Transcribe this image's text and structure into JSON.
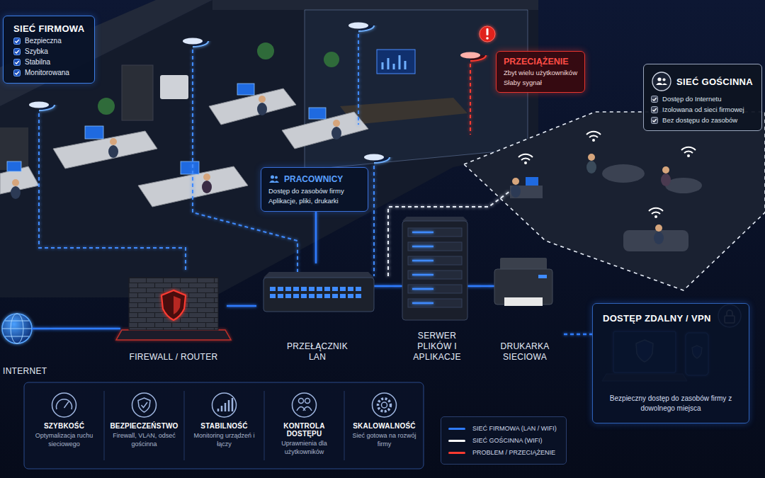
{
  "diagram": {
    "nodes": [
      {
        "text": [
          "SIEĆ FIRMOWA",
          "Bezpieczna",
          "Szybka",
          "Stabilna",
          "Monitorowana"
        ]
      },
      {
        "text": [
          "PRZECIĄŻENIE",
          "Zbyt wielu użytkowników",
          "Słaby sygnał"
        ]
      },
      {
        "text": [
          "SIEĆ GOŚCINNA",
          "Dostęp do Internetu",
          "Izolowana od sieci firmowej",
          "Bez dostępu do zasobów"
        ]
      },
      {
        "text": [
          "PRACOWNICY",
          "Dostęp do zasobów firmy",
          "Aplikacje, pliki, drukarki"
        ]
      },
      {
        "text": [
          "INTERNET"
        ]
      },
      {
        "text": [
          "FIREWALL / ROUTER"
        ]
      },
      {
        "text": [
          "PRZEŁĄCZNIK LAN"
        ]
      },
      {
        "text": [
          "SERWER PLIKÓW I APLIKACJE"
        ]
      },
      {
        "text": [
          "DRUKARKA SIECIOWA"
        ]
      },
      {
        "text": [
          "DOSTĘP ZDALNY / VPN",
          "Bezpieczny dostęp do zasobów firmy z dowolnego miejsca"
        ]
      },
      {
        "text": [
          "SZYBKOŚĆ",
          "Optymalizacja ruchu sieciowego"
        ]
      },
      {
        "text": [
          "BEZPIECZEŃSTWO",
          "Firewall, VLAN, odseć gościnna"
        ]
      },
      {
        "text": [
          "STABILNOŚĆ",
          "Monitoring urządzeń i łączy"
        ]
      },
      {
        "text": [
          "KONTROLA DOSTĘPU",
          "Uprawnienia dla użytkowników"
        ]
      },
      {
        "text": [
          "SKALOWALNOŚĆ",
          "Sieć gotowa na rozwój firmy"
        ]
      }
    ],
    "edges": [
      {
        "from": 4,
        "to": 5,
        "arrow": "none"
      },
      {
        "from": 5,
        "to": 6,
        "arrow": "none"
      },
      {
        "from": 6,
        "to": 7,
        "arrow": "none"
      },
      {
        "from": 7,
        "to": 8,
        "arrow": "none"
      },
      {
        "from": 8,
        "to": 9,
        "arrow": "none"
      },
      {
        "from": 3,
        "to": 6,
        "arrow": "none"
      }
    ],
    "legend": [
      {
        "text": "SIEĆ FIRMOWA (LAN / WIFI)",
        "color": "#2f7bff"
      },
      {
        "text": "SIEĆ GOŚCINNA (WIFI)",
        "color": "#ffffff"
      },
      {
        "text": "PROBLEM / PRZECIĄŻENIE",
        "color": "#ff3b30"
      }
    ]
  }
}
